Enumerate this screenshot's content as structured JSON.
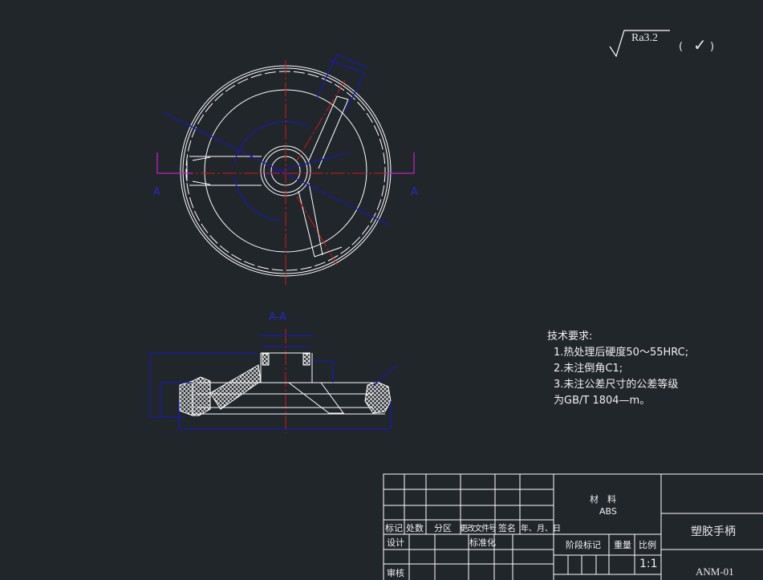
{
  "roughness": {
    "symbol": "Ra3.2",
    "note_open": "(",
    "check": "✓",
    "note_close": ")"
  },
  "section_label": "A-A",
  "section_marks": {
    "left": "A",
    "right": "A"
  },
  "tech_requirements": {
    "title": "技术要求:",
    "items": [
      "1.热处理后硬度50～55HRC;",
      "2.未注倒角C1;",
      "3.未注公差尺寸的公差等级",
      "为GB/T 1804—m。"
    ]
  },
  "title_block": {
    "headers": [
      "标记",
      "处数",
      "分区",
      "更改文件号",
      "签名",
      "年、月、日"
    ],
    "design": "设计",
    "standardization": "标准化",
    "review": "审核",
    "material_label": "材　料",
    "material": "ABS",
    "stage_mark": "阶段标记",
    "weight": "重量",
    "scale_label": "比例",
    "scale": "1:1",
    "part_name": "塑胶手柄",
    "drawing_no": "ANM-01"
  },
  "colors": {
    "background": "#21262b",
    "lines": "#ffffff",
    "dimensions": "#1a1aa8",
    "centerlines": "#d01818",
    "section": "#c020c0"
  }
}
